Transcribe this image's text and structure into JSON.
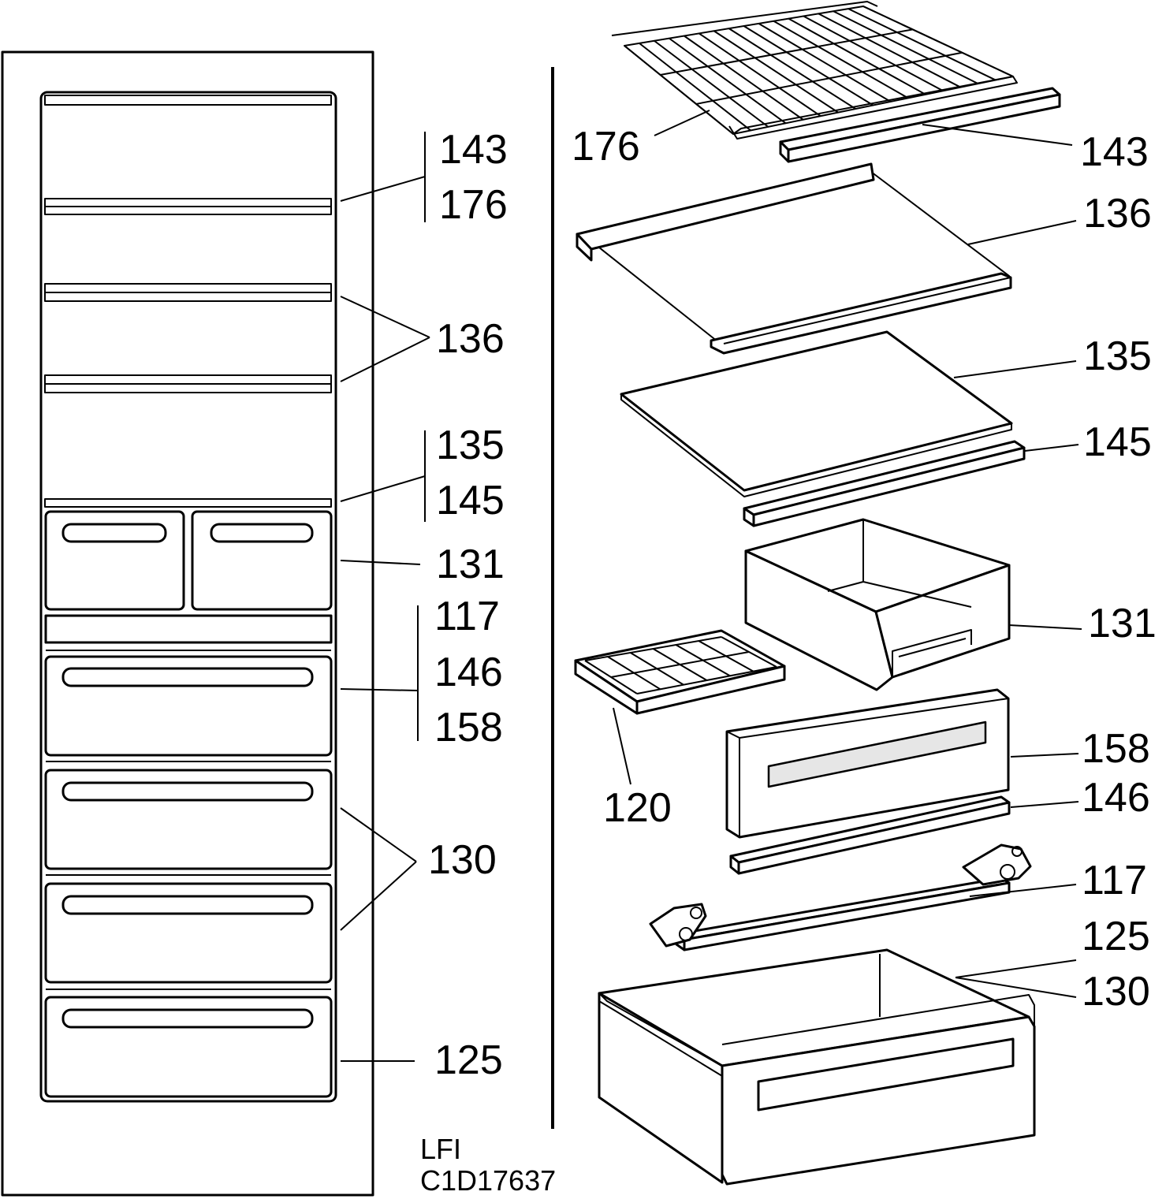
{
  "left_view": {
    "labels": [
      {
        "id": "143",
        "text": "143"
      },
      {
        "id": "176",
        "text": "176"
      },
      {
        "id": "136",
        "text": "136"
      },
      {
        "id": "135",
        "text": "135"
      },
      {
        "id": "145",
        "text": "145"
      },
      {
        "id": "131",
        "text": "131"
      },
      {
        "id": "117",
        "text": "117"
      },
      {
        "id": "146",
        "text": "146"
      },
      {
        "id": "158",
        "text": "158"
      },
      {
        "id": "130",
        "text": "130"
      },
      {
        "id": "125",
        "text": "125"
      }
    ]
  },
  "exploded_view": {
    "labels": [
      {
        "id": "176",
        "text": "176"
      },
      {
        "id": "143",
        "text": "143"
      },
      {
        "id": "136",
        "text": "136"
      },
      {
        "id": "135",
        "text": "135"
      },
      {
        "id": "145",
        "text": "145"
      },
      {
        "id": "131",
        "text": "131"
      },
      {
        "id": "120",
        "text": "120"
      },
      {
        "id": "158",
        "text": "158"
      },
      {
        "id": "146",
        "text": "146"
      },
      {
        "id": "117",
        "text": "117"
      },
      {
        "id": "125",
        "text": "125"
      },
      {
        "id": "130",
        "text": "130"
      }
    ]
  },
  "drawing_code": {
    "line1": "LFI",
    "line2": "C1D17637"
  }
}
